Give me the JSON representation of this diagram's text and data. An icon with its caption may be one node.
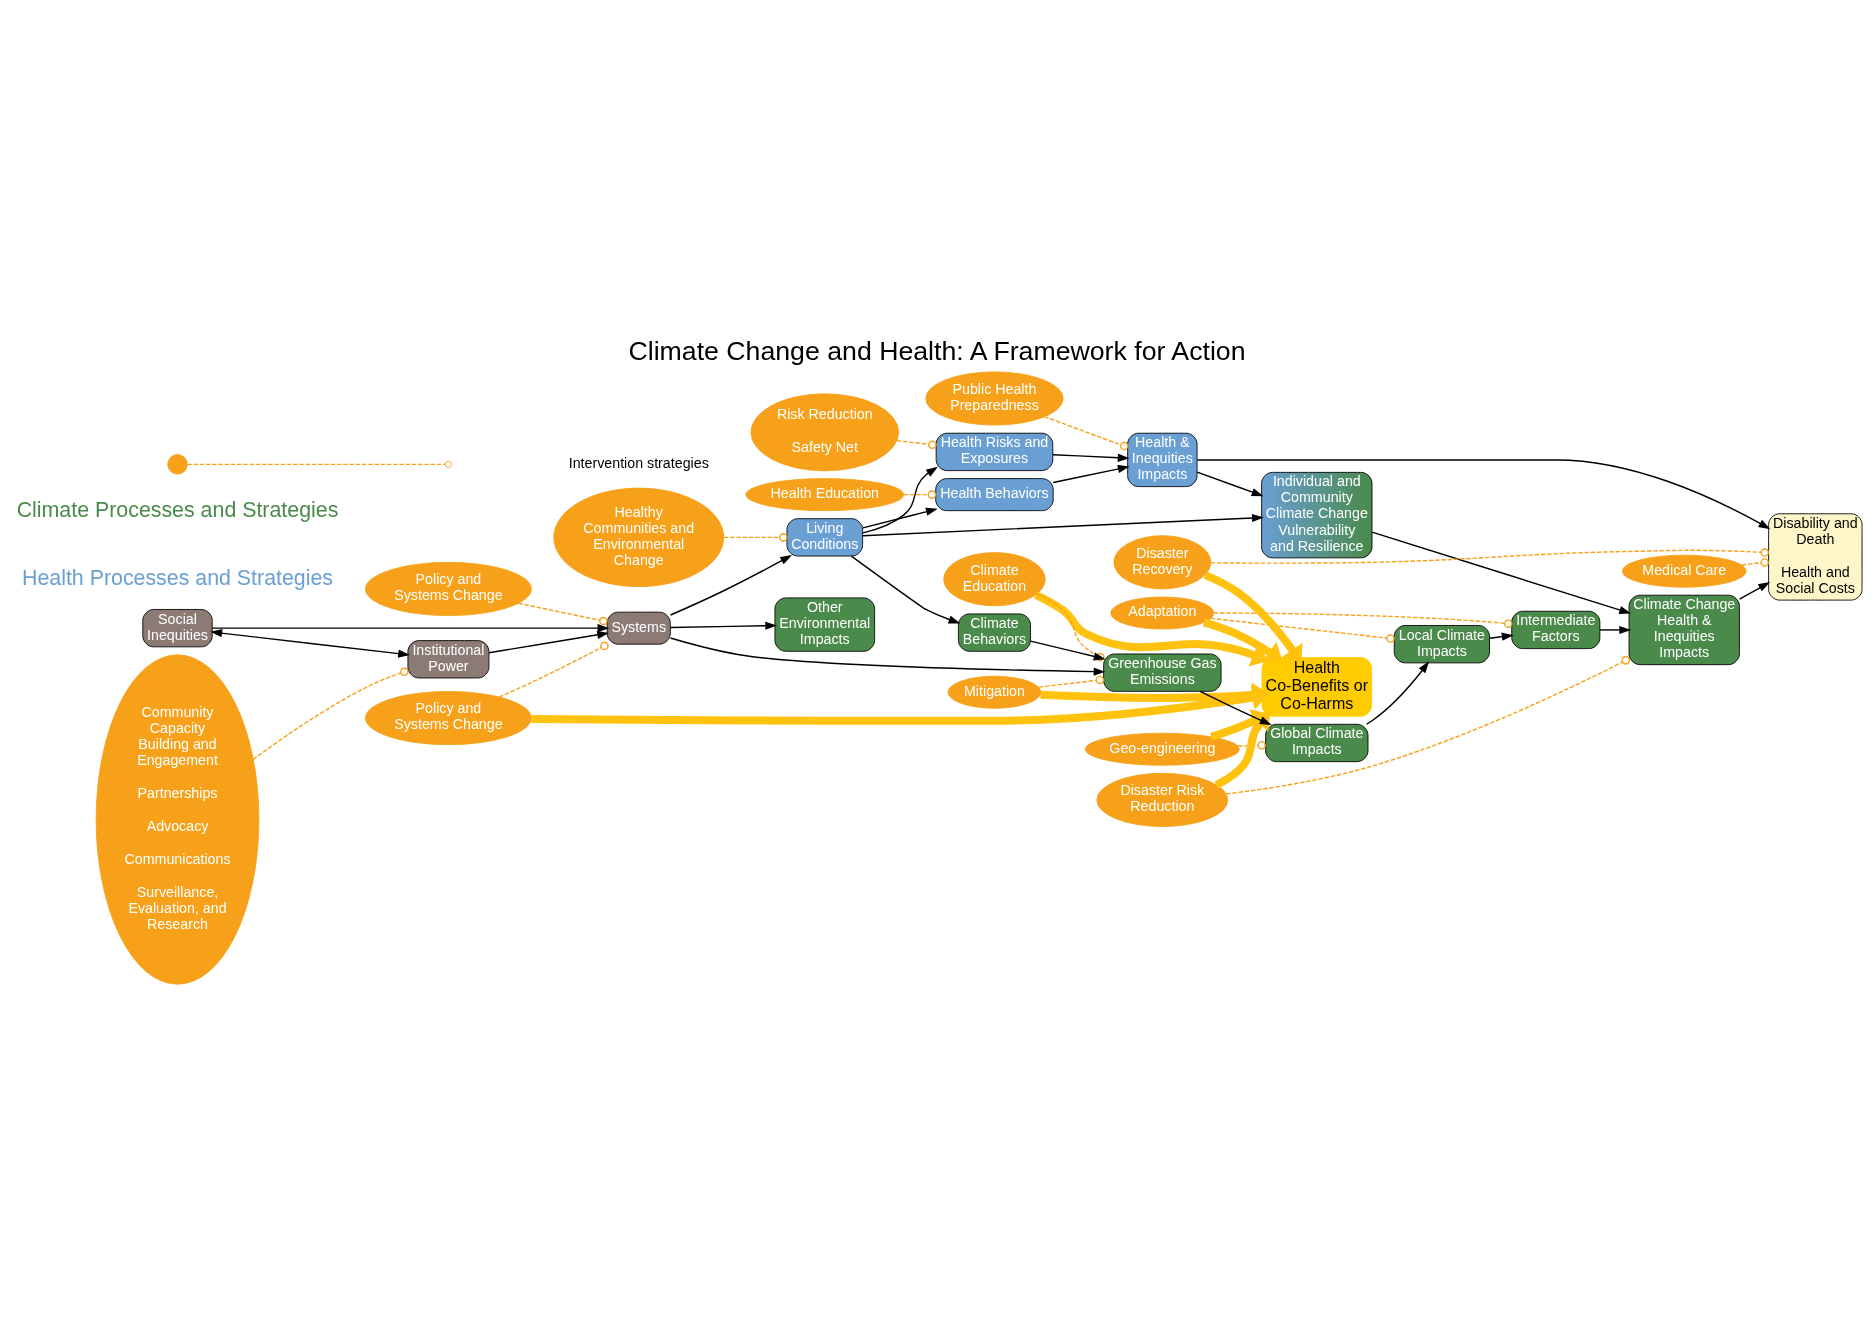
{
  "diagram": {
    "title": "Climate Change and Health: A Framework for Action",
    "nodes": [
      {
        "text": [
          "Healthy Communities and Environmental Change"
        ]
      },
      {
        "text": [
          "Living Conditions"
        ]
      },
      {
        "text": [
          "Health Education"
        ]
      },
      {
        "text": [
          "Risk Reduction",
          "Safety Net"
        ]
      },
      {
        "text": [
          "Health Risks and Exposures"
        ]
      },
      {
        "text": [
          "Public Health Preparedness"
        ]
      },
      {
        "text": [
          "Health & Inequities Impacts"
        ]
      },
      {
        "text": [
          "Social Inequities"
        ]
      },
      {
        "text": [
          "Policy and Systems Change"
        ]
      },
      {
        "text": [
          "Community Capacity Building and Engagement",
          "Partnerships",
          "Advocacy",
          "Communications",
          "Surveillance, Evaluation, and Research"
        ]
      },
      {
        "text": [
          "Systems"
        ]
      },
      {
        "text": [
          "Health Behaviors"
        ]
      },
      {
        "text": [
          "Medical Care"
        ]
      },
      {
        "text": [
          "Individual and Community Climate Change Vulnerability and Resilience"
        ]
      },
      {
        "text": [
          "Health Co-Benefits or Co-Harms"
        ]
      },
      {
        "text": [
          "Disability and Death",
          "Health and Social Costs"
        ]
      },
      {
        "text": [
          "Policy and Systems Change"
        ]
      },
      {
        "text": [
          "Institutional Power"
        ]
      },
      {
        "text": [
          "Mitigation"
        ]
      },
      {
        "text": [
          "Climate Education"
        ]
      },
      {
        "text": [
          "Climate Behaviors"
        ]
      },
      {
        "text": [
          "Geo-engineering"
        ]
      },
      {
        "text": [
          "Adaptation"
        ]
      },
      {
        "text": [
          "Disaster Risk Reduction"
        ]
      },
      {
        "text": [
          "Disaster Recovery"
        ]
      },
      {
        "text": [
          "Greenhouse Gas Emissions"
        ]
      },
      {
        "text": [
          "Global Climate Impacts"
        ]
      },
      {
        "text": [
          "Local Climate Impacts"
        ]
      },
      {
        "text": [
          "Intermediate Factors"
        ]
      },
      {
        "text": [
          "Climate Change Health & Inequities Impacts"
        ]
      },
      {
        "text": [
          "Other Environmental Impacts"
        ]
      }
    ],
    "edges": [
      {
        "from": 10,
        "to": 1,
        "arrow": "to"
      },
      {
        "from": 1,
        "to": 4,
        "arrow": "to"
      },
      {
        "from": 4,
        "to": 6,
        "arrow": "to"
      },
      {
        "from": 6,
        "to": 15,
        "arrow": "to"
      },
      {
        "from": 1,
        "to": 11,
        "arrow": "to"
      },
      {
        "from": 11,
        "to": 6,
        "arrow": "to"
      },
      {
        "from": 1,
        "to": 13,
        "arrow": "to"
      },
      {
        "from": 6,
        "to": 13,
        "arrow": "to"
      },
      {
        "from": 13,
        "to": 29,
        "arrow": "to"
      },
      {
        "from": 1,
        "to": 20,
        "arrow": "to"
      },
      {
        "from": 7,
        "to": 10,
        "arrow": "to"
      },
      {
        "from": 17,
        "to": 10,
        "arrow": "to"
      },
      {
        "from": 7,
        "to": 17,
        "arrow": "both"
      },
      {
        "from": 10,
        "to": 25,
        "arrow": "to"
      },
      {
        "from": 10,
        "to": 30,
        "arrow": "to"
      },
      {
        "from": 20,
        "to": 25,
        "arrow": "to"
      },
      {
        "from": 25,
        "to": 26,
        "arrow": "to"
      },
      {
        "from": 26,
        "to": 27,
        "arrow": "to"
      },
      {
        "from": 27,
        "to": 28,
        "arrow": "to"
      },
      {
        "from": 28,
        "to": 29,
        "arrow": "to"
      },
      {
        "from": 29,
        "to": 15,
        "arrow": "to"
      },
      {
        "from": 16,
        "to": 14,
        "arrow": "to",
        "style": "thick",
        "color": "#ffc20e"
      },
      {
        "from": 18,
        "to": 14,
        "arrow": "to",
        "style": "thick",
        "color": "#ffc20e"
      },
      {
        "from": 19,
        "to": 14,
        "arrow": "to",
        "style": "thick",
        "color": "#ffc20e"
      },
      {
        "from": 21,
        "to": 14,
        "arrow": "to",
        "style": "thick",
        "color": "#ffc20e"
      },
      {
        "from": 22,
        "to": 14,
        "arrow": "to",
        "style": "thick",
        "color": "#ffc20e"
      },
      {
        "from": 23,
        "to": 14,
        "arrow": "to",
        "style": "thick",
        "color": "#ffc20e"
      },
      {
        "from": 24,
        "to": 14,
        "arrow": "to",
        "style": "thick",
        "color": "#ffc20e"
      },
      {
        "from": 0,
        "to": 1,
        "arrow": "other",
        "style": "dashed",
        "color": "#f7a11a"
      },
      {
        "from": 2,
        "to": 11,
        "arrow": "other",
        "style": "dashed",
        "color": "#f7a11a"
      },
      {
        "from": 3,
        "to": 4,
        "arrow": "other",
        "style": "dashed",
        "color": "#f7a11a"
      },
      {
        "from": 5,
        "to": 6,
        "arrow": "other",
        "style": "dashed",
        "color": "#f7a11a"
      },
      {
        "from": 12,
        "to": 15,
        "arrow": "other",
        "style": "dashed",
        "color": "#f7a11a"
      },
      {
        "from": 8,
        "to": 10,
        "arrow": "other",
        "style": "dashed",
        "color": "#f7a11a"
      },
      {
        "from": 9,
        "to": 17,
        "arrow": "other",
        "style": "dashed",
        "color": "#f7a11a"
      },
      {
        "from": 16,
        "to": 10,
        "arrow": "other",
        "style": "dashed",
        "color": "#f7a11a"
      },
      {
        "from": 18,
        "to": 25,
        "arrow": "other",
        "style": "dashed",
        "color": "#f7a11a"
      },
      {
        "from": 19,
        "to": 25,
        "arrow": "other",
        "style": "dashed",
        "color": "#f7a11a"
      },
      {
        "from": 21,
        "to": 26,
        "arrow": "other",
        "style": "dashed",
        "color": "#f7a11a"
      },
      {
        "from": 22,
        "to": 27,
        "arrow": "other",
        "style": "dashed",
        "color": "#f7a11a"
      },
      {
        "from": 22,
        "to": 28,
        "arrow": "other",
        "style": "dashed",
        "color": "#f7a11a"
      },
      {
        "from": 23,
        "to": 29,
        "arrow": "other",
        "style": "dashed",
        "color": "#f7a11a"
      },
      {
        "from": 24,
        "to": 15,
        "arrow": "other",
        "style": "dashed",
        "color": "#f7a11a"
      }
    ],
    "labels": [
      "Health Processes and Strategies",
      "Climate Processes and Strategies"
    ],
    "legend": [
      {
        "text": "Intervention strategies"
      }
    ]
  }
}
